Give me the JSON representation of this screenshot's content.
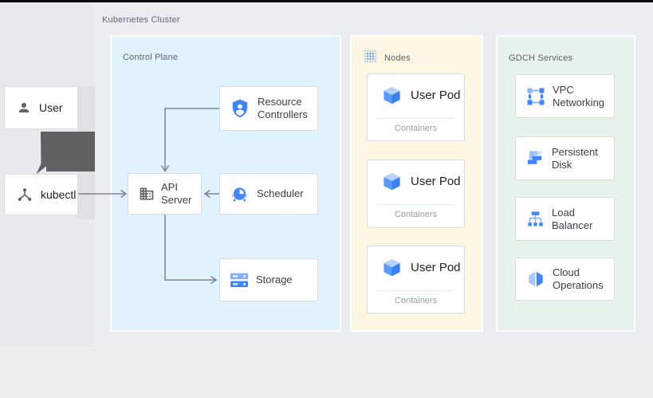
{
  "page": {
    "background_color": "#ececec",
    "top_bar_color": "#0b0b0b"
  },
  "actors": {
    "user": {
      "label": "User"
    },
    "kubectl": {
      "label": "kubectl"
    }
  },
  "cluster": {
    "label": "Kubernetes Cluster",
    "control_plane": {
      "label": "Control Plane",
      "resource_controllers": {
        "label": "Resource Controllers"
      },
      "api_server": {
        "label": "API Server"
      },
      "scheduler": {
        "label": "Scheduler"
      },
      "storage": {
        "label": "Storage"
      }
    },
    "nodes": {
      "label": "Nodes",
      "pods": [
        {
          "title": "User Pod",
          "subtitle": "Containers"
        },
        {
          "title": "User Pod",
          "subtitle": "Containers"
        },
        {
          "title": "User Pod",
          "subtitle": "Containers"
        }
      ]
    },
    "gdch_services": {
      "label": "GDCH Services",
      "services": [
        {
          "label": "VPC Networking"
        },
        {
          "label": "Persistent Disk"
        },
        {
          "label": "Load Balancer"
        },
        {
          "label": "Cloud Operations"
        }
      ]
    }
  },
  "colors": {
    "accent_blue": "#4285f4",
    "light_blue_icon": "#9fc2f8",
    "control_plane_fill": "#e0f2fd",
    "nodes_fill": "#fcf6e2",
    "gdch_fill": "#e6f2eb",
    "cluster_fill": "#eaedf0",
    "arrow_gray": "#7d848a",
    "dark_arrow_gray": "#616161"
  }
}
